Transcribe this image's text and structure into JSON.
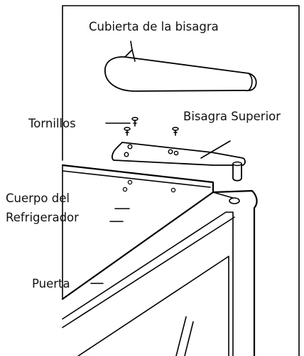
{
  "labels": {
    "hinge_cover": "Cubierta de la bisagra",
    "screws": "Tornillos",
    "top_hinge": "Bisagra Superior",
    "body_line1": "Cuerpo del",
    "body_line2": "Refrigerador",
    "door": "Puerta"
  }
}
